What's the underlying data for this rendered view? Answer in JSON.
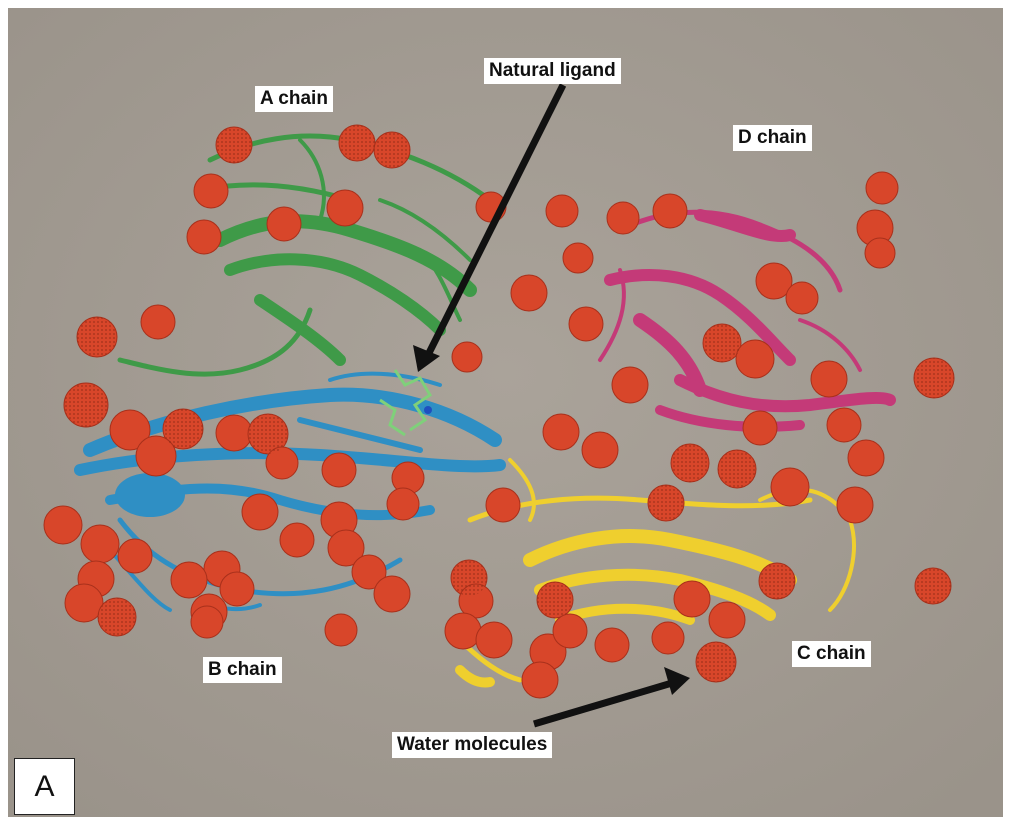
{
  "figure": {
    "panel_letter": "A",
    "labels": {
      "chain_a": "A chain",
      "chain_b": "B chain",
      "chain_c": "C chain",
      "chain_d": "D chain",
      "ligand": "Natural ligand",
      "water": "Water molecules"
    },
    "colors": {
      "background": "#a39c93",
      "chain_a": "#3f9a48",
      "chain_b": "#2f8fc4",
      "chain_c": "#efcf2e",
      "chain_d": "#c43a78",
      "water": "#d8462a",
      "ligand": "#7fd07a"
    }
  }
}
